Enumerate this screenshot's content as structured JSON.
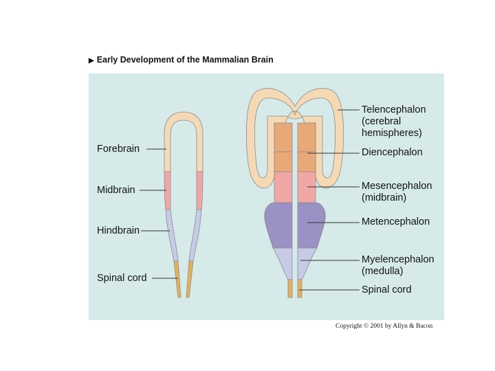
{
  "header": {
    "arrow_icon": "triangle-right-icon",
    "title": "Early Development of the Mammalian Brain"
  },
  "left_labels": {
    "forebrain": "Forebrain",
    "midbrain": "Midbrain",
    "hindbrain": "Hindbrain",
    "spinal_cord": "Spinal cord"
  },
  "right_labels": {
    "telencephalon": [
      "Telencephalon",
      "(cerebral",
      "hemispheres)"
    ],
    "diencephalon": "Diencephalon",
    "mesencephalon": [
      "Mesencephalon",
      "(midbrain)"
    ],
    "metencephalon": "Metencephalon",
    "myelencephalon": [
      "Myelencephalon",
      "(medulla)"
    ],
    "spinal_cord": "Spinal cord"
  },
  "footer": {
    "copyright": "Copyright © 2001 by Allyn & Bacon"
  },
  "colors": {
    "panel_bg": "#d6eaea",
    "forebrain": "#f5d9b5",
    "telencephalon_inner": "#e9a878",
    "midbrain": "#f0a7a4",
    "hindbrain": "#c7cbe6",
    "metencephalon": "#9a91c4",
    "myelencephalon": "#c7cbe6",
    "spinal_cord": "#e8b055",
    "tissue_outline": "#8a8a8a"
  }
}
